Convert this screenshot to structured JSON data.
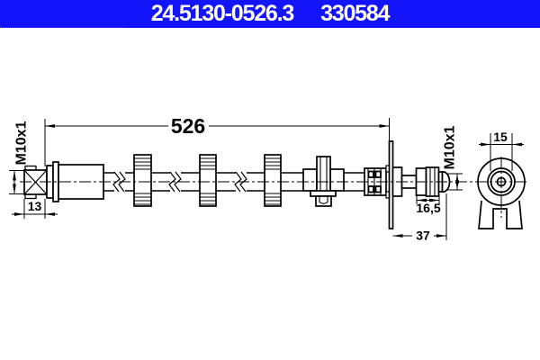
{
  "header": {
    "part_number": "24.5130-0526.3",
    "catalog_number": "330584",
    "bg_color": "#1414fa",
    "text_color": "#ffffff"
  },
  "drawing": {
    "type": "brake-hose-technical-drawing",
    "line_color": "#000000",
    "dimensions": {
      "overall_length": "526",
      "thread_left": "M10x1",
      "thread_right": "M10x1",
      "hex_length": "13",
      "end_fitting_length": "16,5",
      "bracket_to_end": "37",
      "bracket_hole": "15"
    }
  }
}
